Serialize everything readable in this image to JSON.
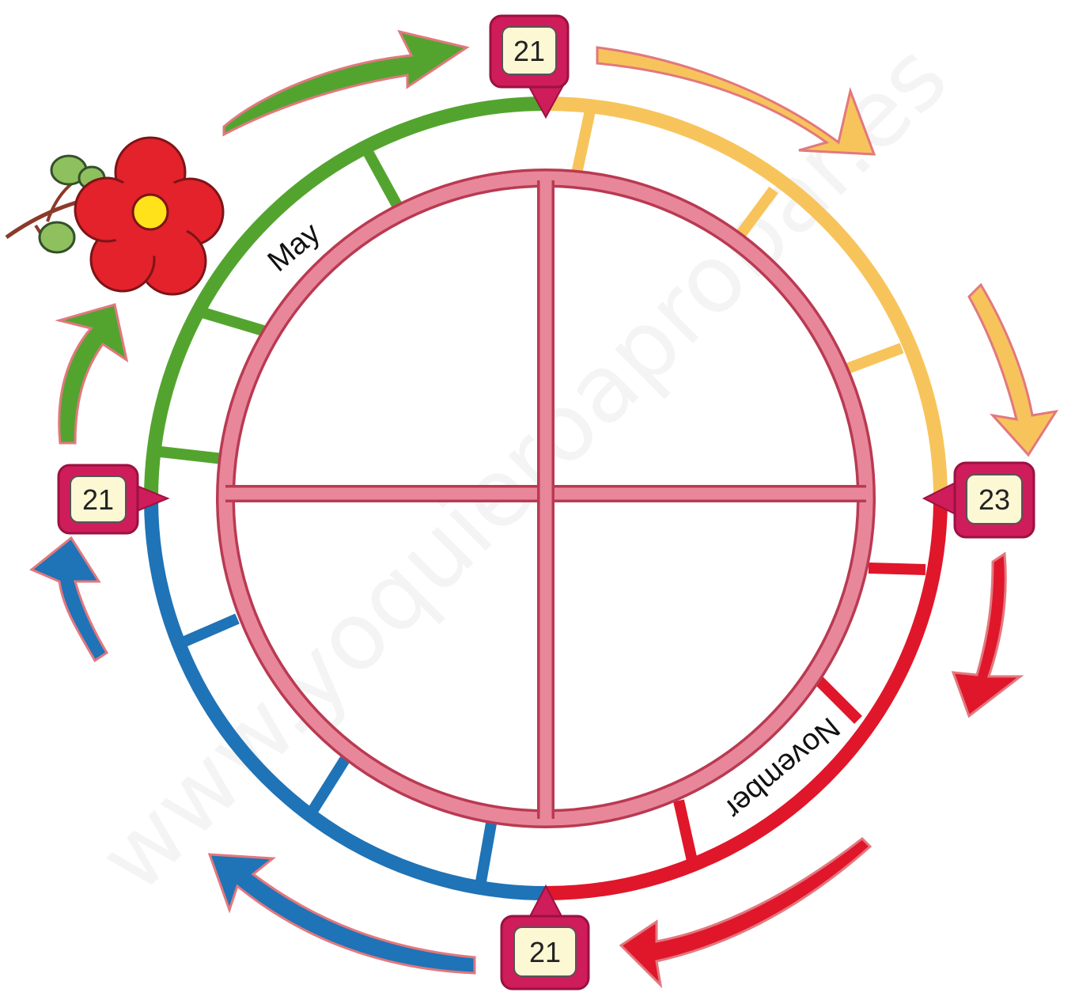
{
  "diagram": {
    "colors": {
      "spring": "#53a42f",
      "summer": "#f7c45c",
      "autumn": "#e0162a",
      "winter": "#1f73b7",
      "inner_ring": "#e9879a",
      "inner_outline": "#b93a52",
      "marker_fill": "#cf1c5a",
      "marker_inner": "#fdf8d4",
      "arrow_outline": "#e2787e",
      "flower": "#e3222b",
      "flower_center": "#ffe21a",
      "leaf": "#8fc05e"
    },
    "month_labels": {
      "may": "May",
      "november": "November"
    },
    "date_markers": {
      "top": "21",
      "right": "23",
      "bottom": "21",
      "left": "21"
    },
    "watermark": "www.yoquieroaprobar.es",
    "icons": [
      "flower-icon",
      "leaf-icon"
    ]
  }
}
